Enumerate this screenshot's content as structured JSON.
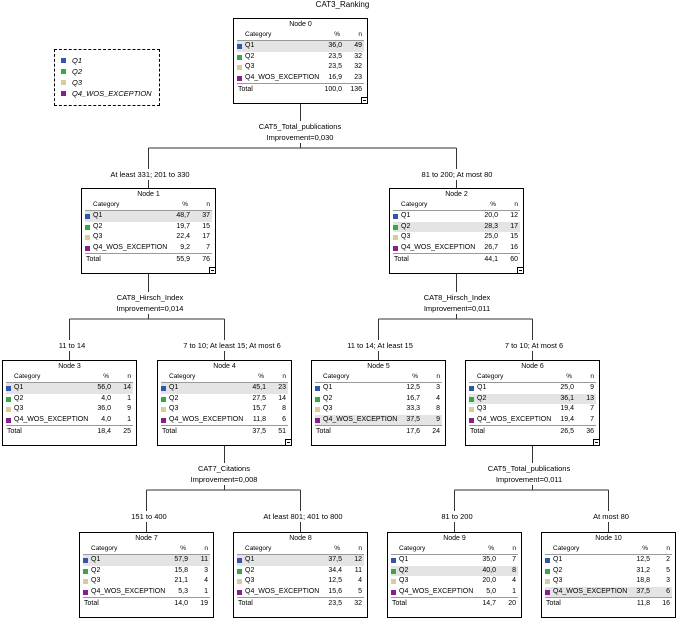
{
  "title": "CAT3_Ranking",
  "colors": {
    "Q1": "#3355aa",
    "Q2": "#33aa44",
    "Q3": "#d8cc99",
    "Q4_WOS_EXCEPTION": "#881e88"
  },
  "legend": [
    "Q1",
    "Q2",
    "Q3",
    "Q4_WOS_EXCEPTION"
  ],
  "headers": {
    "category": "Category",
    "pct": "%",
    "n": "n",
    "total": "Total"
  },
  "nodes": [
    {
      "name": "Node 0",
      "rows": [
        [
          "Q1",
          "36,0",
          "49"
        ],
        [
          "Q2",
          "23,5",
          "32"
        ],
        [
          "Q3",
          "23,5",
          "32"
        ],
        [
          "Q4_WOS_EXCEPTION",
          "16,9",
          "23"
        ]
      ],
      "total": [
        "100,0",
        "136"
      ],
      "hl": 0
    },
    {
      "name": "Node 1",
      "rows": [
        [
          "Q1",
          "48,7",
          "37"
        ],
        [
          "Q2",
          "19,7",
          "15"
        ],
        [
          "Q3",
          "22,4",
          "17"
        ],
        [
          "Q4_WOS_EXCEPTION",
          "9,2",
          "7"
        ]
      ],
      "total": [
        "55,9",
        "76"
      ],
      "hl": 0
    },
    {
      "name": "Node 2",
      "rows": [
        [
          "Q1",
          "20,0",
          "12"
        ],
        [
          "Q2",
          "28,3",
          "17"
        ],
        [
          "Q3",
          "25,0",
          "15"
        ],
        [
          "Q4_WOS_EXCEPTION",
          "26,7",
          "16"
        ]
      ],
      "total": [
        "44,1",
        "60"
      ],
      "hl": 1
    },
    {
      "name": "Node 3",
      "rows": [
        [
          "Q1",
          "56,0",
          "14"
        ],
        [
          "Q2",
          "4,0",
          "1"
        ],
        [
          "Q3",
          "36,0",
          "9"
        ],
        [
          "Q4_WOS_EXCEPTION",
          "4,0",
          "1"
        ]
      ],
      "total": [
        "18,4",
        "25"
      ],
      "hl": 0
    },
    {
      "name": "Node 4",
      "rows": [
        [
          "Q1",
          "45,1",
          "23"
        ],
        [
          "Q2",
          "27,5",
          "14"
        ],
        [
          "Q3",
          "15,7",
          "8"
        ],
        [
          "Q4_WOS_EXCEPTION",
          "11,8",
          "6"
        ]
      ],
      "total": [
        "37,5",
        "51"
      ],
      "hl": 0
    },
    {
      "name": "Node 5",
      "rows": [
        [
          "Q1",
          "12,5",
          "3"
        ],
        [
          "Q2",
          "16,7",
          "4"
        ],
        [
          "Q3",
          "33,3",
          "8"
        ],
        [
          "Q4_WOS_EXCEPTION",
          "37,5",
          "9"
        ]
      ],
      "total": [
        "17,6",
        "24"
      ],
      "hl": 3
    },
    {
      "name": "Node 6",
      "rows": [
        [
          "Q1",
          "25,0",
          "9"
        ],
        [
          "Q2",
          "36,1",
          "13"
        ],
        [
          "Q3",
          "19,4",
          "7"
        ],
        [
          "Q4_WOS_EXCEPTION",
          "19,4",
          "7"
        ]
      ],
      "total": [
        "26,5",
        "36"
      ],
      "hl": 1
    },
    {
      "name": "Node 7",
      "rows": [
        [
          "Q1",
          "57,9",
          "11"
        ],
        [
          "Q2",
          "15,8",
          "3"
        ],
        [
          "Q3",
          "21,1",
          "4"
        ],
        [
          "Q4_WOS_EXCEPTION",
          "5,3",
          "1"
        ]
      ],
      "total": [
        "14,0",
        "19"
      ],
      "hl": 0
    },
    {
      "name": "Node 8",
      "rows": [
        [
          "Q1",
          "37,5",
          "12"
        ],
        [
          "Q2",
          "34,4",
          "11"
        ],
        [
          "Q3",
          "12,5",
          "4"
        ],
        [
          "Q4_WOS_EXCEPTION",
          "15,6",
          "5"
        ]
      ],
      "total": [
        "23,5",
        "32"
      ],
      "hl": 0
    },
    {
      "name": "Node 9",
      "rows": [
        [
          "Q1",
          "35,0",
          "7"
        ],
        [
          "Q2",
          "40,0",
          "8"
        ],
        [
          "Q3",
          "20,0",
          "4"
        ],
        [
          "Q4_WOS_EXCEPTION",
          "5,0",
          "1"
        ]
      ],
      "total": [
        "14,7",
        "20"
      ],
      "hl": 1
    },
    {
      "name": "Node 10",
      "rows": [
        [
          "Q1",
          "12,5",
          "2"
        ],
        [
          "Q2",
          "31,2",
          "5"
        ],
        [
          "Q3",
          "18,8",
          "3"
        ],
        [
          "Q4_WOS_EXCEPTION",
          "37,5",
          "6"
        ]
      ],
      "total": [
        "11,8",
        "16"
      ],
      "hl": 3
    }
  ],
  "splits": [
    {
      "variable": "CAT5_Total_publications",
      "improvement": "Improvement=0,030"
    },
    {
      "variable": "CAT8_Hirsch_Index",
      "improvement": "Improvement=0,014"
    },
    {
      "variable": "CAT8_Hirsch_Index",
      "improvement": "Improvement=0,011"
    },
    {
      "variable": "CAT7_Citations",
      "improvement": "Improvement=0,008"
    },
    {
      "variable": "CAT5_Total_publications",
      "improvement": "Improvement=0,011"
    }
  ],
  "branches": [
    "At least 331; 201 to 330",
    "81 to 200; At most 80",
    "11 to 14",
    "7 to 10; At least 15; At most 6",
    "11 to 14; At least 15",
    "7 to 10; At most 6",
    "151 to 400",
    "At least 801; 401 to 800",
    "81 to 200",
    "At most 80"
  ]
}
